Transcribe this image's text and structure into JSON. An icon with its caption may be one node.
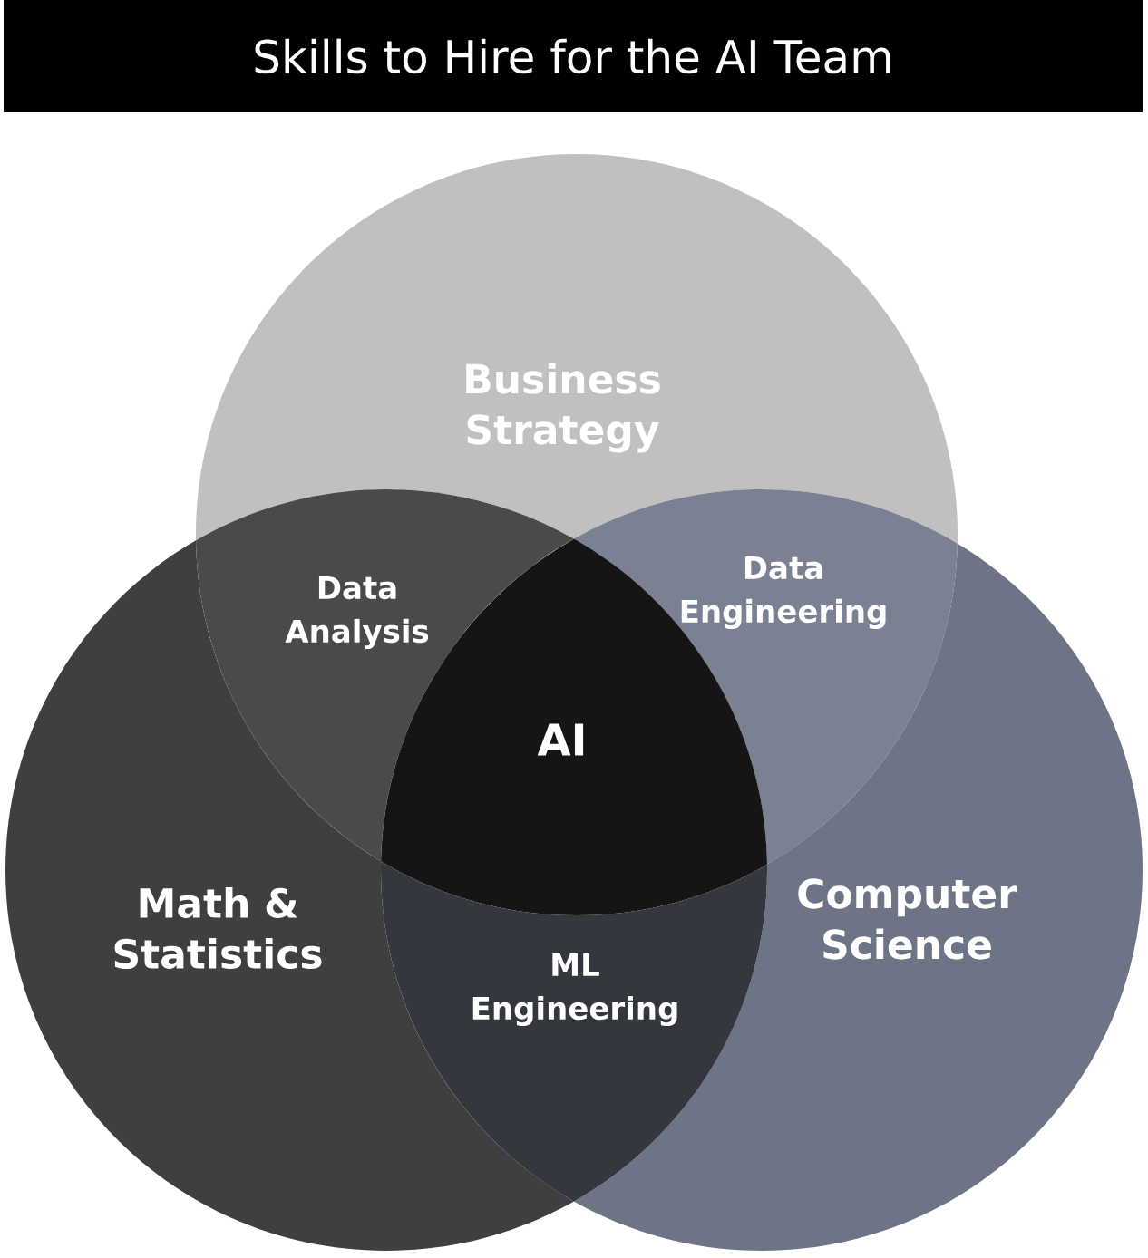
{
  "diagram": {
    "title": "Skills to Hire for the AI Team",
    "nodes": [
      {
        "text": [
          "Business Strategy"
        ]
      },
      {
        "text": [
          "Math & Statistics"
        ]
      },
      {
        "text": [
          "Computer Science"
        ]
      }
    ],
    "labels": [
      "Data Analysis",
      "Data Engineering",
      "AI",
      "ML Engineering"
    ]
  }
}
